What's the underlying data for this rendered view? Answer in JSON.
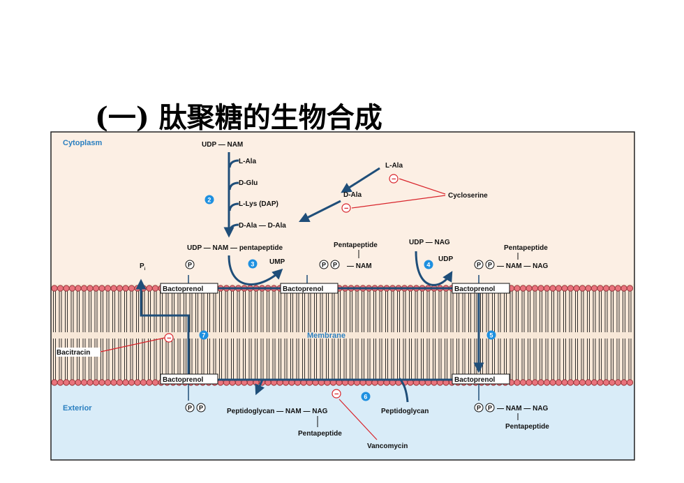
{
  "title": "(一) 肽聚糖的生物合成",
  "regions": {
    "cytoplasm": "Cytoplasm",
    "membrane": "Membrane",
    "exterior": "Exterior"
  },
  "cytoplasm": {
    "udp_nam": "UDP — NAM",
    "l_ala": "L-Ala",
    "d_glu": "D-Glu",
    "l_lys": "L-Lys (DAP)",
    "d_ala_d_ala": "D-Ala — D-Ala",
    "l_ala_2": "L-Ala",
    "d_ala": "D-Ala",
    "cycloserine": "Cycloserine",
    "udp_nam_pentapeptide": "UDP — NAM — pentapeptide",
    "pentapeptide_1": "Pentapeptide",
    "p_p_nam": "— NAM",
    "udp_nag": "UDP — NAG",
    "udp": "UDP",
    "ump": "UMP",
    "pentapeptide_2": "Pentapeptide",
    "p_p_nam_nag": "— NAM — NAG",
    "pi": "P",
    "pi_sub": "i"
  },
  "membrane": {
    "bactoprenol": "Bactoprenol",
    "bacitracin": "Bacitracin"
  },
  "exterior": {
    "peptidoglycan_nam_nag": "Peptidoglycan — NAM — NAG",
    "pentapeptide_3": "Pentapeptide",
    "peptidoglycan": "Peptidoglycan",
    "nam_nag": "— NAM — NAG",
    "pentapeptide_4": "Pentapeptide",
    "vancomycin": "Vancomycin"
  },
  "phosphate": "P",
  "inhibit": "−",
  "steps": [
    "2",
    "3",
    "4",
    "5",
    "6",
    "7"
  ],
  "colors": {
    "cytoplasm_bg": "#fcefe4",
    "exterior_bg": "#d9ecf8",
    "membrane_bg": "#f8e8d8",
    "lipid_head": "#e9737c",
    "pathway": "#1f4e79",
    "inhibitor": "#d8232a",
    "step_badge": "#1e90e0",
    "region_label": "#2a7fc0"
  }
}
